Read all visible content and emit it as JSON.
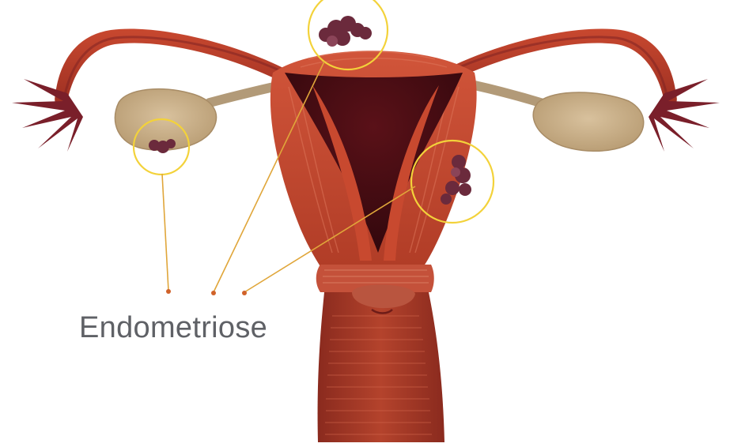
{
  "diagram": {
    "label": "Endometriose",
    "colors": {
      "muscle": "#c2452c",
      "muscle_dark": "#8f2a1f",
      "cavity": "#3d0a10",
      "ovary": "#c9b089",
      "ligament": "#b29a78",
      "lesion": "#6b2a3c",
      "lesion_light": "#8b4458",
      "highlight_ring": "#f3d23a",
      "leader_line": "#e0a63a",
      "leader_dot": "#d0622a",
      "label_text": "#5f6166"
    },
    "highlighted_sites": [
      {
        "id": "fundus-lesion"
      },
      {
        "id": "left-ovary-lesion"
      },
      {
        "id": "uterine-wall-lesion"
      }
    ]
  }
}
